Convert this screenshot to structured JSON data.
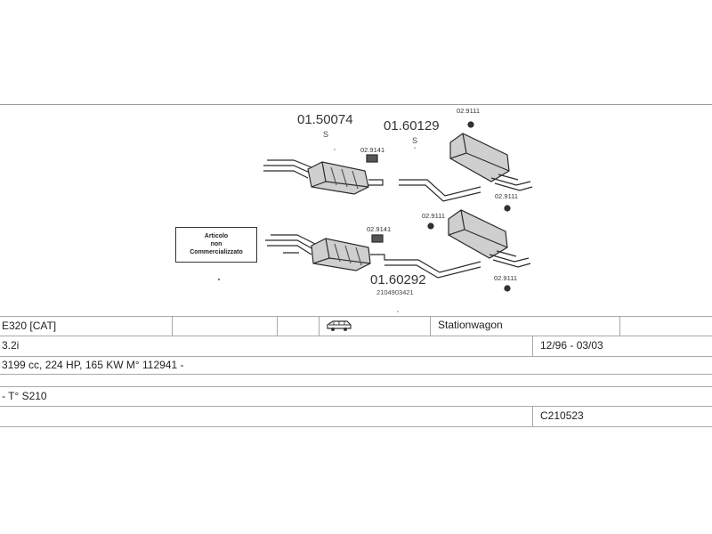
{
  "diagram": {
    "parts": [
      {
        "number": "01.50074",
        "sub": "S"
      },
      {
        "number": "01.60129",
        "sub": "S"
      },
      {
        "number": "01.60292",
        "sub": "2104903421"
      }
    ],
    "hangers": [
      "02.9111",
      "02.9141",
      "02.9111",
      "02.9111",
      "02.9141",
      "02.9111"
    ],
    "notice": [
      "Articolo",
      "non",
      "Commercializzato"
    ],
    "colors": {
      "line": "#2b2b2b",
      "fill": "#cfcfcf",
      "dark": "#555555"
    }
  },
  "table": {
    "model": "E320 [CAT]",
    "body_icon": "station-wagon-icon",
    "body_type": "Stationwagon",
    "engine": "3.2i",
    "period": "12/96 - 03/03",
    "specs": "3199 cc, 224 HP, 165 KW M° 112941 -",
    "chassis": "- T° S210",
    "code": "C210523"
  }
}
